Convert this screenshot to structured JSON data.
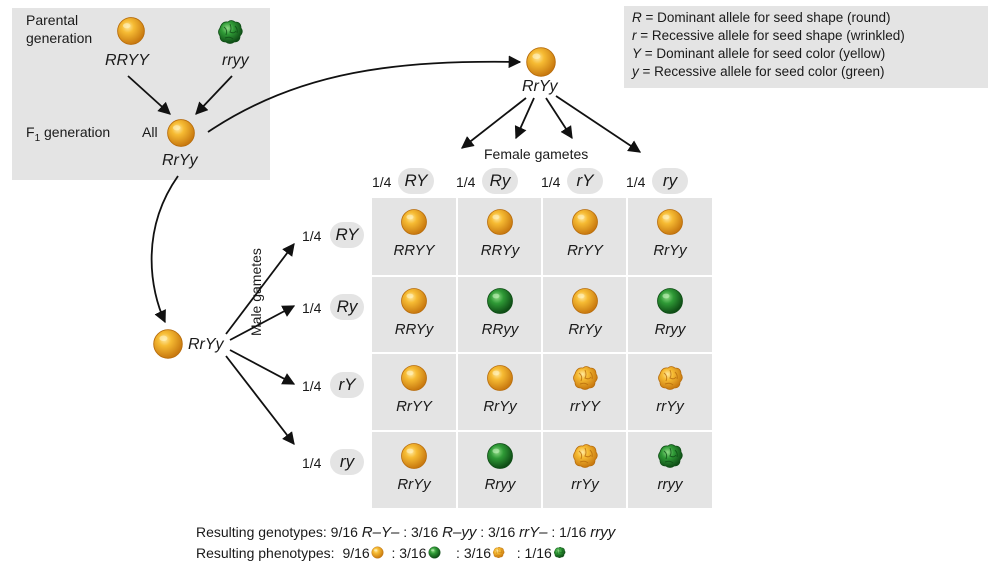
{
  "parental": {
    "label_line1": "Parental",
    "label_line2": "generation",
    "genotype_left": "RRYY",
    "genotype_right": "rryy",
    "f1_label": "F",
    "f1_sub": "1",
    "f1_label_rest": " generation",
    "all_label": "All",
    "f1_genotype": "RrYy"
  },
  "top_parent_genotype": "RrYy",
  "left_parent_genotype": "RrYy",
  "legend": [
    {
      "symbol": "R",
      "text": " = Dominant allele for seed shape (round)"
    },
    {
      "symbol": "r",
      "text": "  = Recessive allele for seed shape (wrinkled)"
    },
    {
      "symbol": "Y",
      "text": " = Dominant allele for seed color (yellow)"
    },
    {
      "symbol": "y",
      "text": " = Recessive allele for seed color (green)"
    }
  ],
  "female_label": "Female gametes",
  "male_label": "Male gametes",
  "female_gametes": [
    {
      "frac": "1/4",
      "allele": "RY"
    },
    {
      "frac": "1/4",
      "allele": "Ry"
    },
    {
      "frac": "1/4",
      "allele": "rY"
    },
    {
      "frac": "1/4",
      "allele": "ry"
    }
  ],
  "male_gametes": [
    {
      "frac": "1/4",
      "allele": "RY"
    },
    {
      "frac": "1/4",
      "allele": "Ry"
    },
    {
      "frac": "1/4",
      "allele": "rY"
    },
    {
      "frac": "1/4",
      "allele": "ry"
    }
  ],
  "punnett": [
    [
      {
        "g": "RRYY",
        "pea": "yellow-round"
      },
      {
        "g": "RRYy",
        "pea": "yellow-round"
      },
      {
        "g": "RrYY",
        "pea": "yellow-round"
      },
      {
        "g": "RrYy",
        "pea": "yellow-round"
      }
    ],
    [
      {
        "g": "RRYy",
        "pea": "yellow-round"
      },
      {
        "g": "RRyy",
        "pea": "green-round"
      },
      {
        "g": "RrYy",
        "pea": "yellow-round"
      },
      {
        "g": "Rryy",
        "pea": "green-round"
      }
    ],
    [
      {
        "g": "RrYY",
        "pea": "yellow-round"
      },
      {
        "g": "RrYy",
        "pea": "yellow-round"
      },
      {
        "g": "rrYY",
        "pea": "yellow-wrinkled"
      },
      {
        "g": "rrYy",
        "pea": "yellow-wrinkled"
      }
    ],
    [
      {
        "g": "RrYy",
        "pea": "yellow-round"
      },
      {
        "g": "Rryy",
        "pea": "green-round"
      },
      {
        "g": "rrYy",
        "pea": "yellow-wrinkled"
      },
      {
        "g": "rryy",
        "pea": "green-wrinkled"
      }
    ]
  ],
  "results": {
    "genotypes_label": "Resulting genotypes:",
    "genotypes": [
      {
        "frac": "9/16",
        "g": "R–Y–"
      },
      {
        "frac": "3/16",
        "g": "R–yy"
      },
      {
        "frac": "3/16",
        "g": "rrY–"
      },
      {
        "frac": "1/16",
        "g": "rryy"
      }
    ],
    "phenotypes_label": "Resulting phenotypes:",
    "phenotypes": [
      {
        "frac": "9/16",
        "pea": "yellow-round"
      },
      {
        "frac": "3/16",
        "pea": "green-round"
      },
      {
        "frac": "3/16",
        "pea": "yellow-wrinkled"
      },
      {
        "frac": "1/16",
        "pea": "green-wrinkled"
      }
    ]
  },
  "colors": {
    "yellow_pea": "#f0a824",
    "green_pea": "#2e8a2e",
    "panel_gray": "#e4e4e4"
  }
}
